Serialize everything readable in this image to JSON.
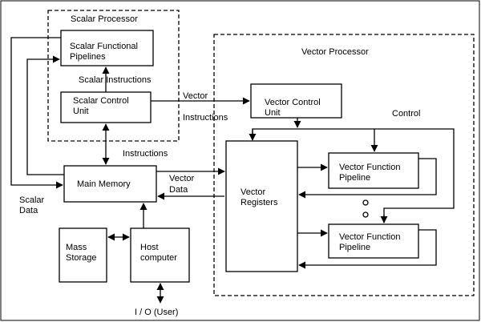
{
  "groups": {
    "scalar_processor": "Scalar Processor",
    "vector_processor": "Vector Processor"
  },
  "blocks": {
    "scalar_pipelines": [
      "Scalar Functional",
      "Pipelines"
    ],
    "scalar_control": [
      "Scalar Control",
      "Unit"
    ],
    "vector_control": [
      "Vector Control",
      "Unit"
    ],
    "main_memory": "Main Memory",
    "vector_registers": [
      "Vector",
      "Registers"
    ],
    "vfp_1": [
      "Vector Function",
      "Pipeline"
    ],
    "vfp_2": [
      "Vector Function",
      "Pipeline"
    ],
    "mass_storage": [
      "Mass",
      "Storage"
    ],
    "host_computer": [
      "Host",
      "computer"
    ]
  },
  "labels": {
    "scalar_instructions": "Scalar  Instructions",
    "vector_instructions_1": "Vector",
    "vector_instructions_2": "Instructions",
    "instructions": "Instructions",
    "control": "Control",
    "vector_data_1": "Vector",
    "vector_data_2": "Data",
    "scalar_data_1": "Scalar",
    "scalar_data_2": "Data",
    "io_user": "I / O (User)"
  },
  "colors": {
    "line": "#000000",
    "background": "#ffffff"
  }
}
